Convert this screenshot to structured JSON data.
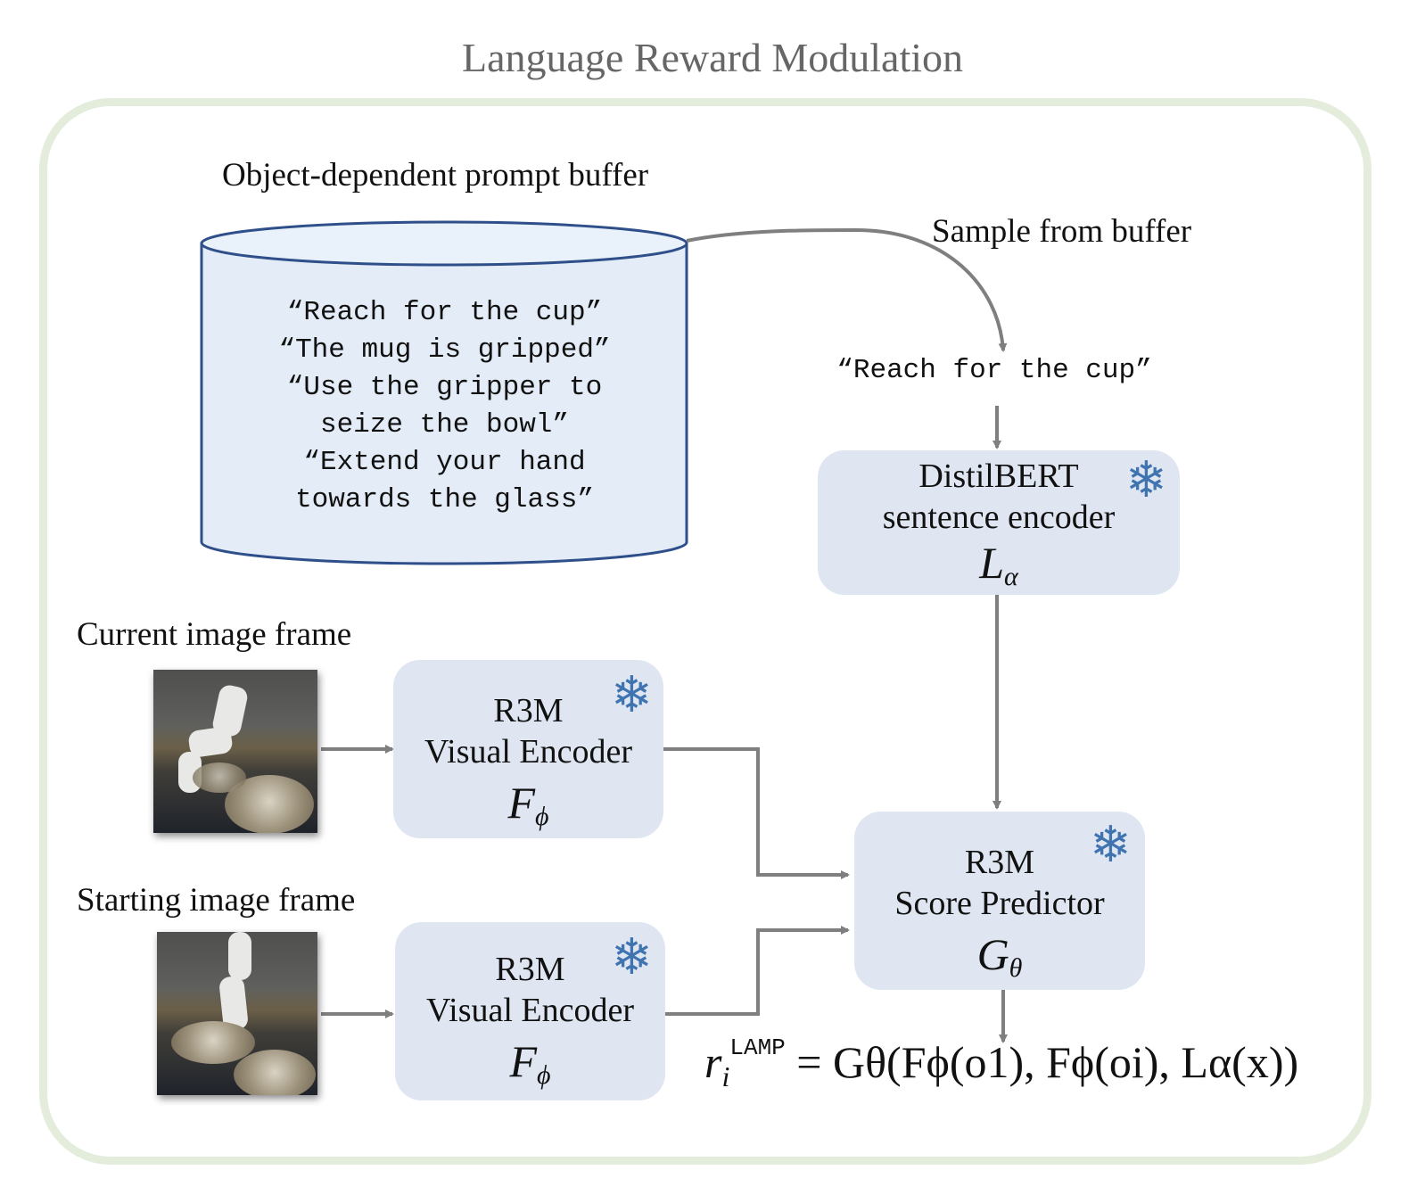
{
  "title": "Language Reward Modulation",
  "buffer": {
    "label": "Object-dependent prompt buffer",
    "prompts": [
      "“Reach for the cup”",
      "“The mug is gripped”",
      "“Use the gripper to",
      "seize the bowl”",
      "“Extend your hand",
      "towards the glass”"
    ]
  },
  "sample": {
    "label": "Sample from buffer",
    "sampled_prompt": "“Reach for the cup”"
  },
  "text_encoder": {
    "line1": "DistilBERT",
    "line2": "sentence encoder",
    "symbol": "L",
    "subscript": "α",
    "icon": "snowflake-icon"
  },
  "current_frame": {
    "label": "Current image frame"
  },
  "starting_frame": {
    "label": "Starting image frame"
  },
  "visual_encoder_top": {
    "line1": "R3M",
    "line2": "Visual Encoder",
    "symbol": "F",
    "subscript": "ϕ",
    "icon": "snowflake-icon"
  },
  "visual_encoder_bottom": {
    "line1": "R3M",
    "line2": "Visual Encoder",
    "symbol": "F",
    "subscript": "ϕ",
    "icon": "snowflake-icon"
  },
  "score_predictor": {
    "line1": "R3M",
    "line2": "Score Predictor",
    "symbol": "G",
    "subscript": "θ",
    "icon": "snowflake-icon"
  },
  "formula": {
    "lhs": "r",
    "lhs_sub": "i",
    "lhs_sup": "LAMP",
    "rhs": "= Gθ(Fϕ(o1), Fϕ(oi), Lα(x))"
  },
  "colors": {
    "frame_border": "#e4ecdc",
    "box_fill": "#dfe6f1",
    "cylinder_fill": "#e3ecf7",
    "cylinder_stroke": "#2e4f8a",
    "arrow": "#7f7f7f",
    "snowflake": "#3f74b0",
    "title": "#666666"
  }
}
